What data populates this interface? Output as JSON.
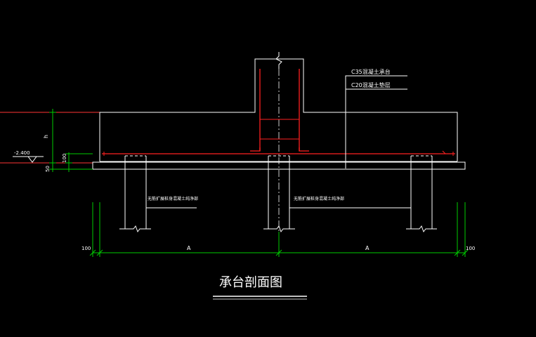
{
  "drawing": {
    "title": "承台剖面图",
    "labels": {
      "concrete_cap": "C35混凝土承台",
      "concrete_cushion": "C20混凝土垫层",
      "pile_left_note": "无筋扩展桩身混凝土纯净部",
      "pile_right_note": "无筋扩展桩身混凝土纯净部",
      "dim_h": "h",
      "dim_100_small": "100",
      "dim_50": "50",
      "elevation": "-2.400",
      "dim_a_left": "A",
      "dim_a_right": "A",
      "dim_100_left": "100",
      "dim_100_right": "100"
    },
    "colors": {
      "outline": "#ffffff",
      "rebar": "#ff2020",
      "dimension": "#00cc00",
      "ground_line": "#ff3333",
      "background": "#000000"
    }
  }
}
